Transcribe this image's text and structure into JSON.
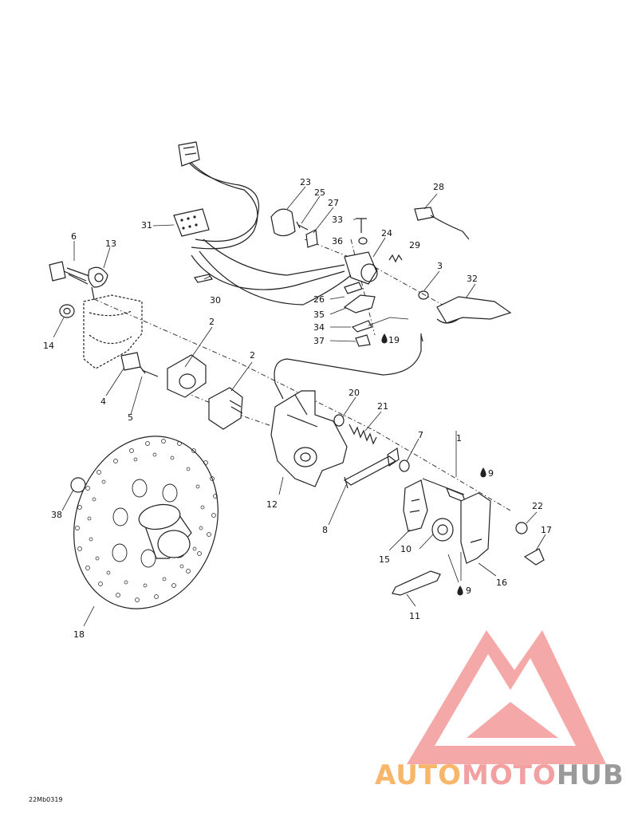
{
  "diagram": {
    "drawing_code": "22Mb0319",
    "part_labels": [
      {
        "id": "p1",
        "text": "1"
      },
      {
        "id": "p2a",
        "text": "2"
      },
      {
        "id": "p2b",
        "text": "2"
      },
      {
        "id": "p3",
        "text": "3"
      },
      {
        "id": "p4",
        "text": "4"
      },
      {
        "id": "p5",
        "text": "5"
      },
      {
        "id": "p6",
        "text": "6"
      },
      {
        "id": "p7",
        "text": "7"
      },
      {
        "id": "p8",
        "text": "8"
      },
      {
        "id": "p9a",
        "text": "9"
      },
      {
        "id": "p9b",
        "text": "9"
      },
      {
        "id": "p10",
        "text": "10"
      },
      {
        "id": "p11",
        "text": "11"
      },
      {
        "id": "p12",
        "text": "12"
      },
      {
        "id": "p13",
        "text": "13"
      },
      {
        "id": "p14",
        "text": "14"
      },
      {
        "id": "p15",
        "text": "15"
      },
      {
        "id": "p16",
        "text": "16"
      },
      {
        "id": "p17",
        "text": "17"
      },
      {
        "id": "p18",
        "text": "18"
      },
      {
        "id": "p19",
        "text": "19"
      },
      {
        "id": "p20",
        "text": "20"
      },
      {
        "id": "p21",
        "text": "21"
      },
      {
        "id": "p22",
        "text": "22"
      },
      {
        "id": "p23",
        "text": "23"
      },
      {
        "id": "p24",
        "text": "24"
      },
      {
        "id": "p25",
        "text": "25"
      },
      {
        "id": "p26",
        "text": "26"
      },
      {
        "id": "p27",
        "text": "27"
      },
      {
        "id": "p28",
        "text": "28"
      },
      {
        "id": "p29",
        "text": "29"
      },
      {
        "id": "p30",
        "text": "30"
      },
      {
        "id": "p31",
        "text": "31"
      },
      {
        "id": "p32",
        "text": "32"
      },
      {
        "id": "p33",
        "text": "33"
      },
      {
        "id": "p34",
        "text": "34"
      },
      {
        "id": "p35",
        "text": "35"
      },
      {
        "id": "p36",
        "text": "36"
      },
      {
        "id": "p37",
        "text": "37"
      },
      {
        "id": "p38",
        "text": "38"
      }
    ]
  },
  "watermark": {
    "part1": "AUTO",
    "part2": "MOTO",
    "part3": "HUB",
    "colors": {
      "auto": "#f7b66a",
      "moto": "#f2a0a0",
      "hub": "#9a9a9a",
      "logo": "#f28b8b"
    }
  }
}
